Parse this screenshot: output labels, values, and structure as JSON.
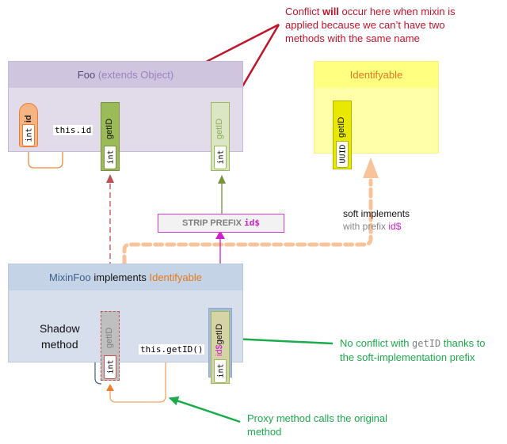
{
  "annotations": {
    "conflict": {
      "prefix": "Conflict ",
      "bold": "will",
      "line1_rest": " occur here when mixin is",
      "line2": "applied because we can’t have two",
      "line3": "methods with the same name"
    },
    "no_conflict": {
      "prefix": "No conflict with ",
      "code": "getID",
      "line1_rest": " thanks to",
      "line2": "the soft-implementation prefix"
    },
    "proxy": {
      "line1": "Proxy method calls the original",
      "line2": "method"
    },
    "soft_implements": {
      "line1": "soft implements",
      "line2_prefix": "with prefix ",
      "line2_code": "id$"
    },
    "shadow": {
      "line1": "Shadow",
      "line2": "method"
    }
  },
  "classes": {
    "foo": {
      "name": "Foo",
      "extends": "(extends Object)",
      "field": {
        "name": "id",
        "type": "int"
      },
      "method": {
        "name": "getID",
        "type": "int"
      },
      "incoming_method": {
        "name": "getID",
        "type": "int"
      },
      "field_access_label": "this.id"
    },
    "identifyable": {
      "name": "Identifyable",
      "method": {
        "name": "getID",
        "type": "UUID"
      }
    },
    "mixin": {
      "name": "MixinFoo",
      "keyword": "implements",
      "interface": "Identifyable",
      "shadow_method": {
        "name": "getID",
        "type": "int"
      },
      "prefixed_method": {
        "prefix": "id$",
        "name": "getID",
        "type": "int"
      },
      "call_label": "this.getID()"
    }
  },
  "strip_prefix": {
    "label": "STRIP PREFIX",
    "code": "id$"
  },
  "colors": {
    "conflict_red": "#c0142b",
    "note_green": "#1bab4b",
    "prefix_magenta": "#cc22cc",
    "identifyable_orange": "#e2791f",
    "soft_dash_peach": "#f9c39a"
  }
}
